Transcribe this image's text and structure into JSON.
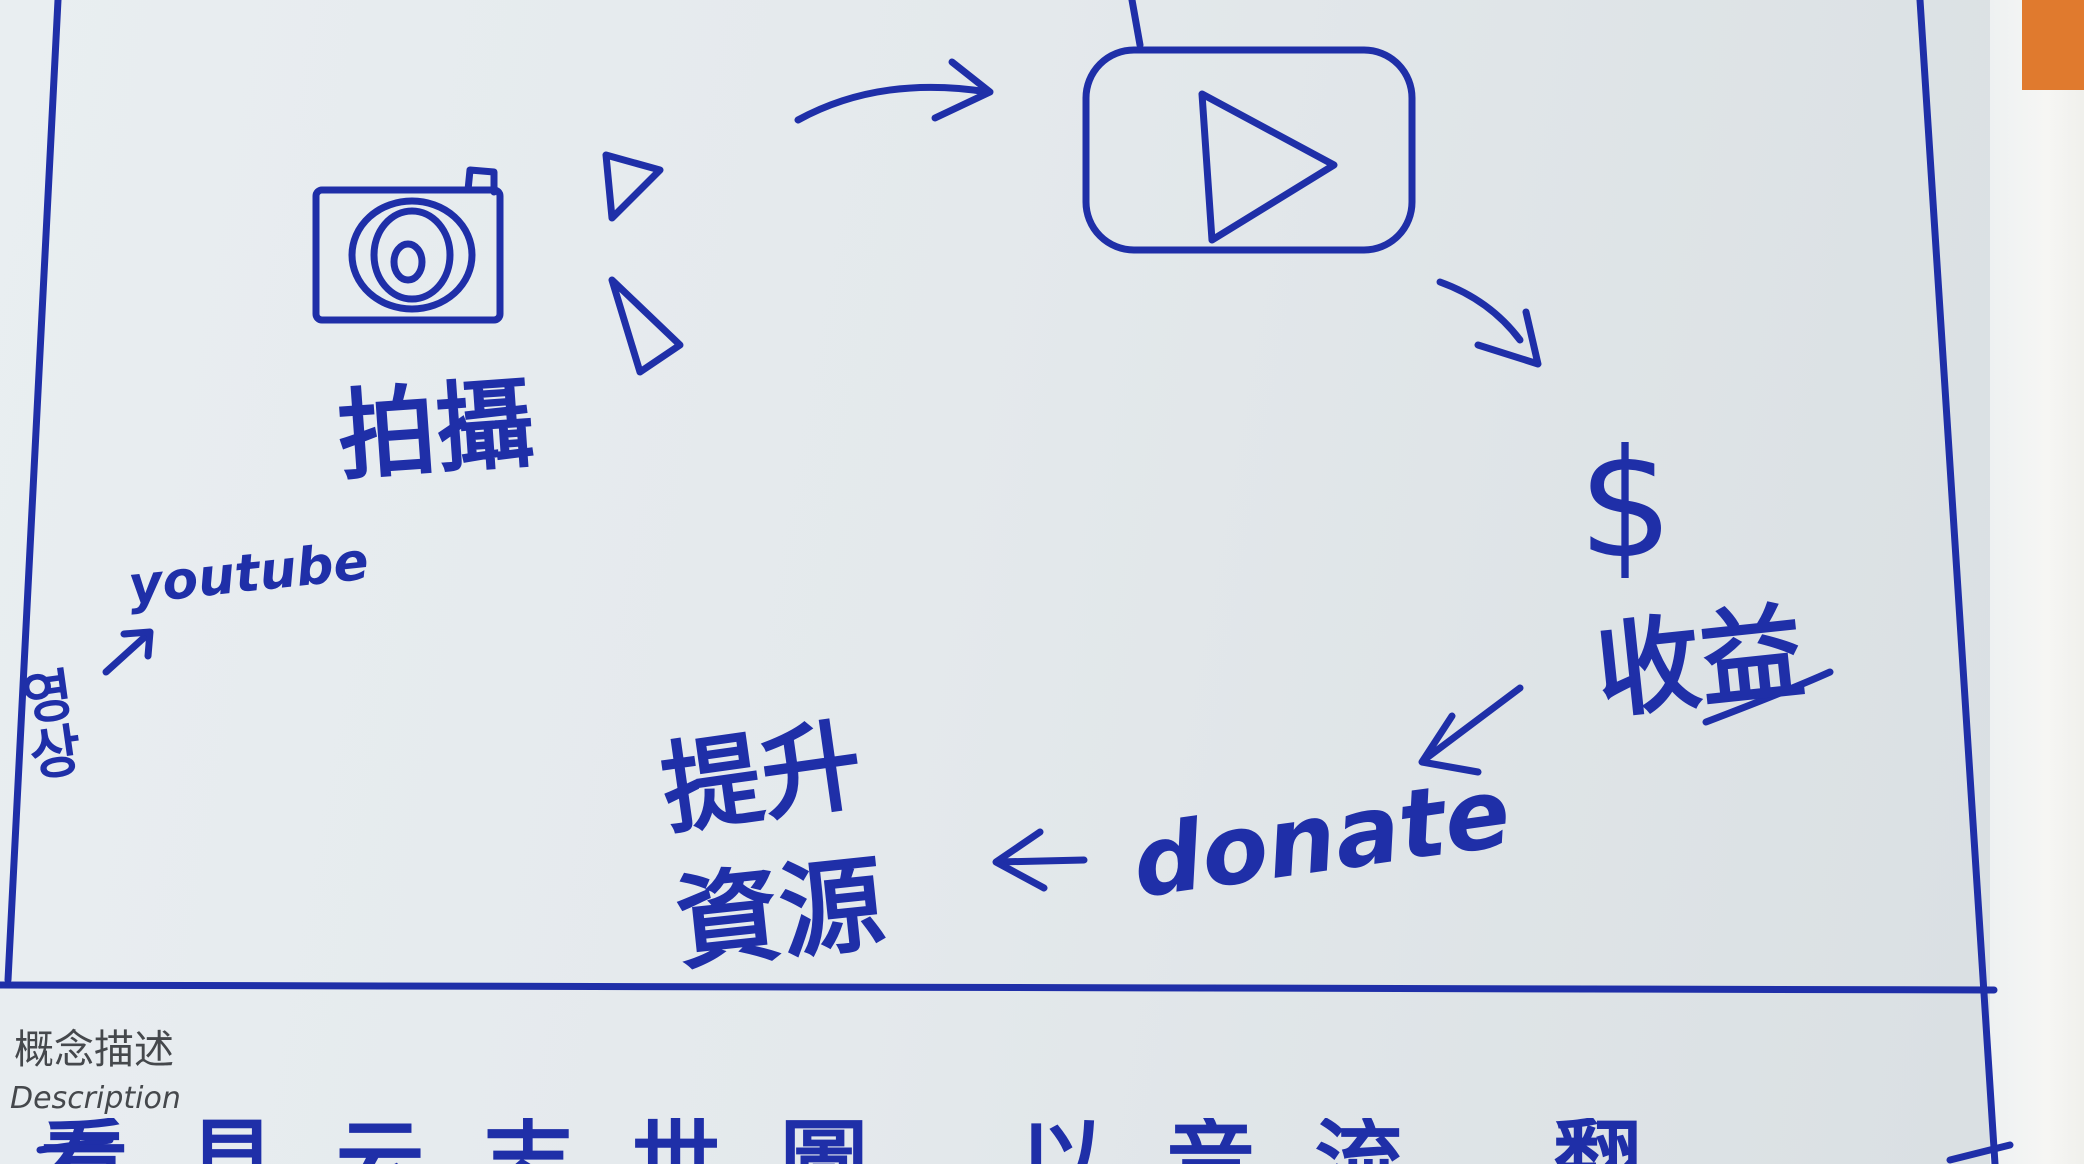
{
  "sketch": {
    "labels": {
      "shoot": "拍攝",
      "youtube": "youtube",
      "korean_video": "영상",
      "revenue": "收益",
      "donate": "donate",
      "improve": "提升",
      "resources": "資源",
      "dollar": "$"
    }
  },
  "form": {
    "section_title_zh": "概念描述",
    "section_title_en": "Description",
    "handwritten_partial": "看見云志世圖 以音流 翻"
  },
  "colors": {
    "ink": "#1f2fa8",
    "paper": "#e6ebee",
    "frame_line": "#3a3f44",
    "printed_text": "#45484c"
  }
}
